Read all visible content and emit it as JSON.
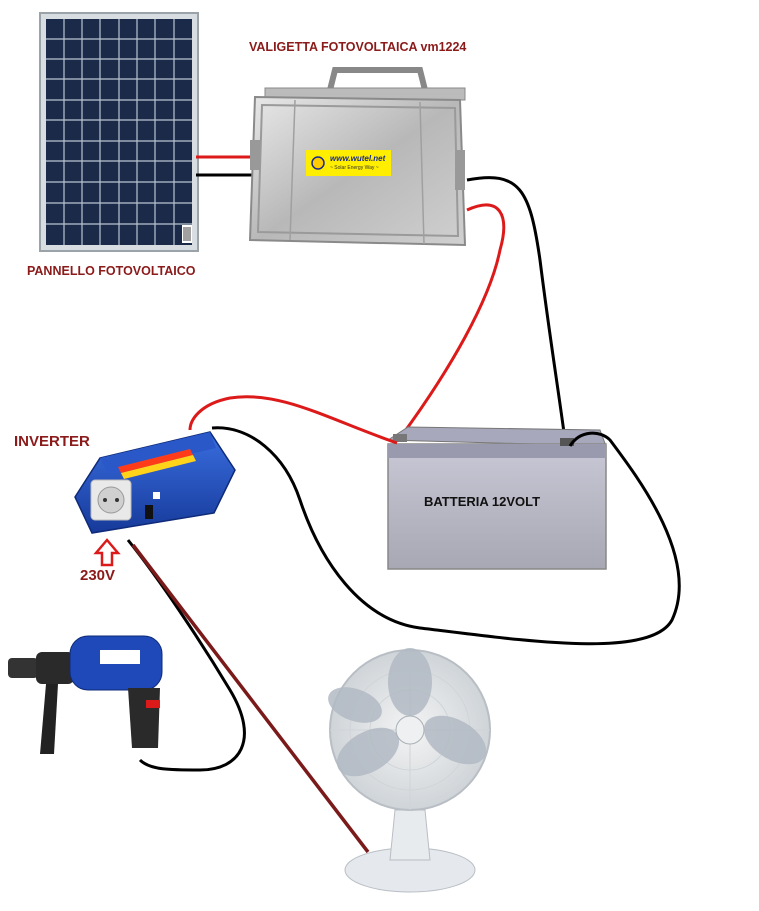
{
  "labels": {
    "valigetta": "VALIGETTA FOTOVOLTAICA vm1224",
    "pannello": "PANNELLO FOTOVOLTAICO",
    "inverter": "INVERTER",
    "voltage_output": "230V",
    "batteria": "BATTERIA 12VOLT"
  },
  "logo": {
    "url": "www.wutel.net",
    "tagline": "~ Solar Energy Way ~"
  },
  "colors": {
    "label_text": "#8b1a1a",
    "wire_red": "#dd1a1a",
    "wire_black": "#000000",
    "wire_dark_red": "#7a1a1a",
    "inverter_blue": "#1f49b8",
    "logo_yellow": "#ffee00"
  },
  "icons": [
    "solar-panel-icon",
    "briefcase-icon",
    "battery-icon",
    "inverter-icon",
    "drill-icon",
    "fan-icon",
    "up-arrow-icon"
  ]
}
